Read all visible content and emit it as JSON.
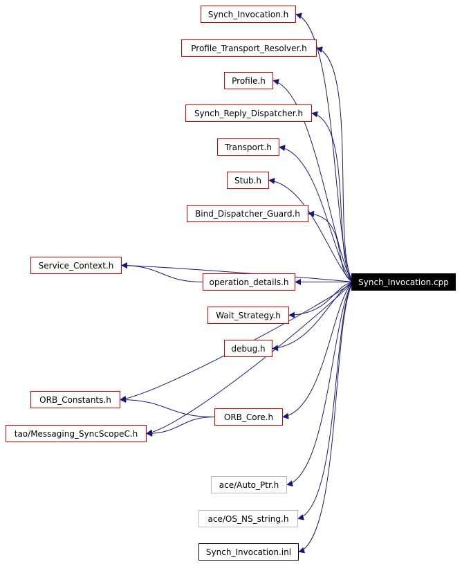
{
  "diagram": {
    "root": "Synch_Invocation.cpp",
    "nodes": [
      {
        "id": "synch_invocation_h",
        "label": "Synch_Invocation.h",
        "style": "red"
      },
      {
        "id": "profile_transport_resolver_h",
        "label": "Profile_Transport_Resolver.h",
        "style": "red"
      },
      {
        "id": "profile_h",
        "label": "Profile.h",
        "style": "red"
      },
      {
        "id": "synch_reply_dispatcher_h",
        "label": "Synch_Reply_Dispatcher.h",
        "style": "red"
      },
      {
        "id": "transport_h",
        "label": "Transport.h",
        "style": "red"
      },
      {
        "id": "stub_h",
        "label": "Stub.h",
        "style": "red"
      },
      {
        "id": "bind_dispatcher_guard_h",
        "label": "Bind_Dispatcher_Guard.h",
        "style": "red"
      },
      {
        "id": "service_context_h",
        "label": "Service_Context.h",
        "style": "red"
      },
      {
        "id": "operation_details_h",
        "label": "operation_details.h",
        "style": "red"
      },
      {
        "id": "root",
        "label": "Synch_Invocation.cpp",
        "style": "root"
      },
      {
        "id": "wait_strategy_h",
        "label": "Wait_Strategy.h",
        "style": "red"
      },
      {
        "id": "debug_h",
        "label": "debug.h",
        "style": "red"
      },
      {
        "id": "orb_constants_h",
        "label": "ORB_Constants.h",
        "style": "red"
      },
      {
        "id": "orb_core_h",
        "label": "ORB_Core.h",
        "style": "red"
      },
      {
        "id": "messaging_syncscopec_h",
        "label": "tao/Messaging_SyncScopeC.h",
        "style": "red"
      },
      {
        "id": "ace_auto_ptr_h",
        "label": "ace/Auto_Ptr.h",
        "style": "gray"
      },
      {
        "id": "ace_os_ns_string_h",
        "label": "ace/OS_NS_string.h",
        "style": "gray"
      },
      {
        "id": "synch_invocation_inl",
        "label": "Synch_Invocation.inl",
        "style": "black"
      }
    ],
    "edges": [
      {
        "from": "root",
        "to": "synch_invocation_h"
      },
      {
        "from": "root",
        "to": "profile_transport_resolver_h"
      },
      {
        "from": "root",
        "to": "profile_h"
      },
      {
        "from": "root",
        "to": "synch_reply_dispatcher_h"
      },
      {
        "from": "root",
        "to": "transport_h"
      },
      {
        "from": "root",
        "to": "stub_h"
      },
      {
        "from": "root",
        "to": "bind_dispatcher_guard_h"
      },
      {
        "from": "root",
        "to": "service_context_h"
      },
      {
        "from": "root",
        "to": "operation_details_h"
      },
      {
        "from": "operation_details_h",
        "to": "service_context_h"
      },
      {
        "from": "root",
        "to": "wait_strategy_h"
      },
      {
        "from": "root",
        "to": "debug_h"
      },
      {
        "from": "root",
        "to": "orb_constants_h"
      },
      {
        "from": "root",
        "to": "orb_core_h"
      },
      {
        "from": "orb_core_h",
        "to": "orb_constants_h"
      },
      {
        "from": "orb_core_h",
        "to": "messaging_syncscopec_h"
      },
      {
        "from": "root",
        "to": "messaging_syncscopec_h"
      },
      {
        "from": "root",
        "to": "ace_auto_ptr_h"
      },
      {
        "from": "root",
        "to": "ace_os_ns_string_h"
      },
      {
        "from": "root",
        "to": "synch_invocation_inl"
      }
    ],
    "colors": {
      "edge": "#191970",
      "node_border_red": "#cc0000",
      "node_border_gray": "#b8b8b8",
      "root_fill": "#000000",
      "root_text": "#ffffff"
    }
  }
}
